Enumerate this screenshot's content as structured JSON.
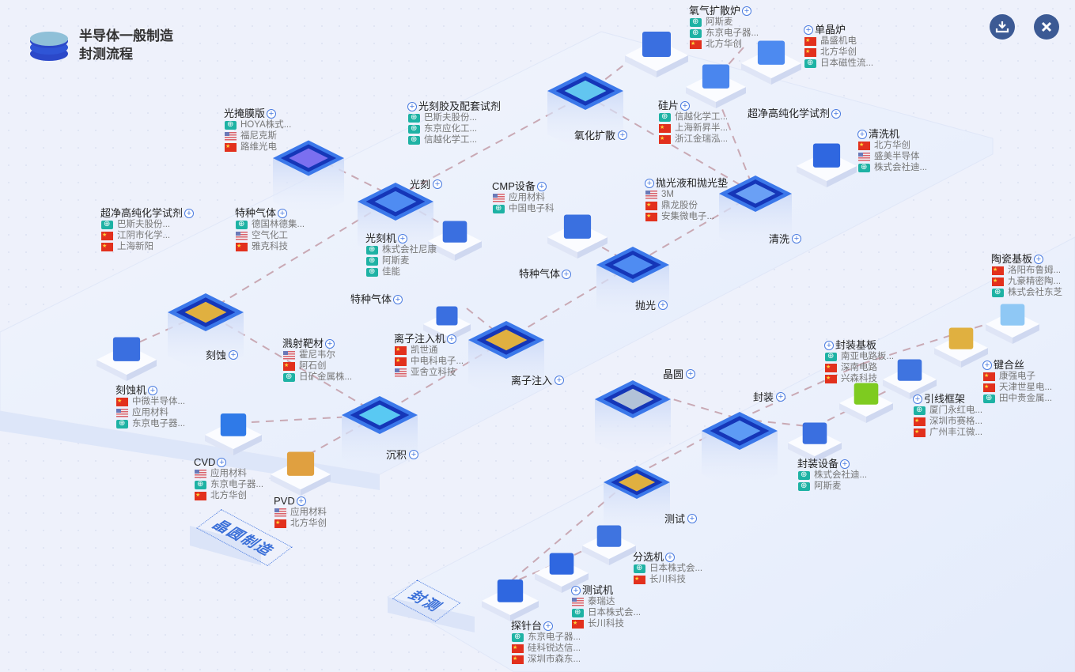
{
  "header": {
    "title_line1": "半导体一般制造",
    "title_line2": "封测流程"
  },
  "toolbar": {
    "download_icon": "download-icon",
    "close_icon": "close-icon"
  },
  "platforms": {
    "wafer": "晶圆制造",
    "package": "封测"
  },
  "processes": [
    "刻蚀",
    "光刻",
    "氧化扩散",
    "清洗",
    "抛光",
    "离子注入",
    "沉积",
    "晶圆",
    "封装",
    "测试"
  ],
  "plus_icon": "plus-circle-icon",
  "colors": {
    "china": "#e2301d",
    "usa": "#d9606a",
    "intl": "#1eb2a4",
    "accent": "#3c5a94",
    "equipment": "#3a6fe0"
  },
  "groups": [
    {
      "label": "光掩膜版",
      "suppliers": [
        {
          "flag": "intl",
          "name": "HOYA株式..."
        },
        {
          "flag": "us",
          "name": "福尼克斯"
        },
        {
          "flag": "cn",
          "name": "路维光电"
        }
      ]
    },
    {
      "label": "超净高纯化学试剂",
      "suppliers": [
        {
          "flag": "intl",
          "name": "巴斯夫股份..."
        },
        {
          "flag": "cn",
          "name": "江阴市化学..."
        },
        {
          "flag": "cn",
          "name": "上海新阳"
        }
      ]
    },
    {
      "label": "特种气体",
      "suppliers": [
        {
          "flag": "intl",
          "name": "德国林德集..."
        },
        {
          "flag": "us",
          "name": "空气化工"
        },
        {
          "flag": "cn",
          "name": "雅克科技"
        }
      ]
    },
    {
      "label": "光刻胶及配套试剂",
      "suppliers": [
        {
          "flag": "intl",
          "name": "巴斯夫股份..."
        },
        {
          "flag": "intl",
          "name": "东京应化工..."
        },
        {
          "flag": "intl",
          "name": "信越化学工..."
        }
      ]
    },
    {
      "label": "光刻机",
      "suppliers": [
        {
          "flag": "intl",
          "name": "株式会社尼康"
        },
        {
          "flag": "intl",
          "name": "阿斯麦"
        },
        {
          "flag": "intl",
          "name": "佳能"
        }
      ]
    },
    {
      "label": "CMP设备",
      "suppliers": [
        {
          "flag": "us",
          "name": "应用材料"
        },
        {
          "flag": "intl",
          "name": "中国电子科"
        }
      ]
    },
    {
      "label": "氧气扩散炉",
      "suppliers": [
        {
          "flag": "intl",
          "name": "阿斯麦"
        },
        {
          "flag": "intl",
          "name": "东京电子器..."
        },
        {
          "flag": "cn",
          "name": "北方华创"
        }
      ]
    },
    {
      "label": "单晶炉",
      "suppliers": [
        {
          "flag": "cn",
          "name": "晶盛机电"
        },
        {
          "flag": "cn",
          "name": "北方华创"
        },
        {
          "flag": "intl",
          "name": "日本磁性流..."
        }
      ]
    },
    {
      "label": "硅片",
      "suppliers": [
        {
          "flag": "intl",
          "name": "信越化学工..."
        },
        {
          "flag": "cn",
          "name": "上海新昇半..."
        },
        {
          "flag": "cn",
          "name": "浙江金瑞泓..."
        }
      ]
    },
    {
      "label": "超净高纯化学试剂",
      "suppliers": []
    },
    {
      "label": "清洗机",
      "suppliers": [
        {
          "flag": "cn",
          "name": "北方华创"
        },
        {
          "flag": "us",
          "name": "盛美半导体"
        },
        {
          "flag": "intl",
          "name": "株式会社迪..."
        }
      ]
    },
    {
      "label": "抛光液和抛光垫",
      "suppliers": [
        {
          "flag": "us",
          "name": "3M"
        },
        {
          "flag": "cn",
          "name": "鼎龙股份"
        },
        {
          "flag": "cn",
          "name": "安集微电子..."
        }
      ]
    },
    {
      "label": "特种气体",
      "suppliers": []
    },
    {
      "label": "特种气体",
      "suppliers": []
    },
    {
      "label": "溅射靶材",
      "suppliers": [
        {
          "flag": "us",
          "name": "霍尼韦尔"
        },
        {
          "flag": "cn",
          "name": "阿石创"
        },
        {
          "flag": "intl",
          "name": "日矿金属株..."
        }
      ]
    },
    {
      "label": "离子注入机",
      "suppliers": [
        {
          "flag": "cn",
          "name": "凯世通"
        },
        {
          "flag": "cn",
          "name": "中电科电子..."
        },
        {
          "flag": "us",
          "name": "亚舍立科技"
        }
      ]
    },
    {
      "label": "刻蚀机",
      "suppliers": [
        {
          "flag": "cn",
          "name": "中微半导体..."
        },
        {
          "flag": "us",
          "name": "应用材料"
        },
        {
          "flag": "intl",
          "name": "东京电子器..."
        }
      ]
    },
    {
      "label": "CVD",
      "suppliers": [
        {
          "flag": "us",
          "name": "应用材料"
        },
        {
          "flag": "intl",
          "name": "东京电子器..."
        },
        {
          "flag": "cn",
          "name": "北方华创"
        }
      ]
    },
    {
      "label": "PVD",
      "suppliers": [
        {
          "flag": "us",
          "name": "应用材料"
        },
        {
          "flag": "cn",
          "name": "北方华创"
        }
      ]
    },
    {
      "label": "封装基板",
      "suppliers": [
        {
          "flag": "intl",
          "name": "南亚电路板..."
        },
        {
          "flag": "cn",
          "name": "深南电路"
        },
        {
          "flag": "cn",
          "name": "兴森科技"
        }
      ]
    },
    {
      "label": "陶瓷基板",
      "suppliers": [
        {
          "flag": "cn",
          "name": "洛阳布鲁姆..."
        },
        {
          "flag": "cn",
          "name": "九豪精密陶..."
        },
        {
          "flag": "intl",
          "name": "株式会社东芝"
        }
      ]
    },
    {
      "label": "键合丝",
      "suppliers": [
        {
          "flag": "cn",
          "name": "康强电子"
        },
        {
          "flag": "cn",
          "name": "天津世星电..."
        },
        {
          "flag": "intl",
          "name": "田中贵金属..."
        }
      ]
    },
    {
      "label": "引线框架",
      "suppliers": [
        {
          "flag": "intl",
          "name": "厦门永红电..."
        },
        {
          "flag": "cn",
          "name": "深圳市赛格..."
        },
        {
          "flag": "cn",
          "name": "广州丰江微..."
        }
      ]
    },
    {
      "label": "封装设备",
      "suppliers": [
        {
          "flag": "intl",
          "name": "株式会社迪..."
        },
        {
          "flag": "intl",
          "name": "阿斯麦"
        }
      ]
    },
    {
      "label": "分选机",
      "suppliers": [
        {
          "flag": "intl",
          "name": "日本株式会..."
        },
        {
          "flag": "cn",
          "name": "长川科技"
        }
      ]
    },
    {
      "label": "测试机",
      "suppliers": [
        {
          "flag": "us",
          "name": "泰瑞达"
        },
        {
          "flag": "intl",
          "name": "日本株式会..."
        },
        {
          "flag": "cn",
          "name": "长川科技"
        }
      ]
    },
    {
      "label": "探针台",
      "suppliers": [
        {
          "flag": "intl",
          "name": "东京电子器..."
        },
        {
          "flag": "cn",
          "name": "硅科锐达信..."
        },
        {
          "flag": "cn",
          "name": "深圳市森东..."
        }
      ]
    }
  ]
}
